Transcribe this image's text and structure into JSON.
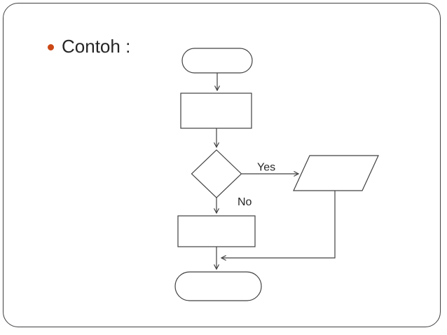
{
  "slide": {
    "background_color": "#ffffff",
    "border_color": "#404040",
    "bullet": {
      "text": "Contoh :",
      "color": "#cb4714"
    }
  },
  "flowchart": {
    "line_color": "#404040",
    "labels": {
      "yes": "Yes",
      "no": "No"
    },
    "nodes": [
      {
        "shape": "terminator",
        "text": ""
      },
      {
        "shape": "process",
        "text": ""
      },
      {
        "shape": "decision",
        "text": ""
      },
      {
        "shape": "input-output",
        "text": ""
      },
      {
        "shape": "process",
        "text": ""
      },
      {
        "shape": "terminator",
        "text": ""
      }
    ]
  }
}
